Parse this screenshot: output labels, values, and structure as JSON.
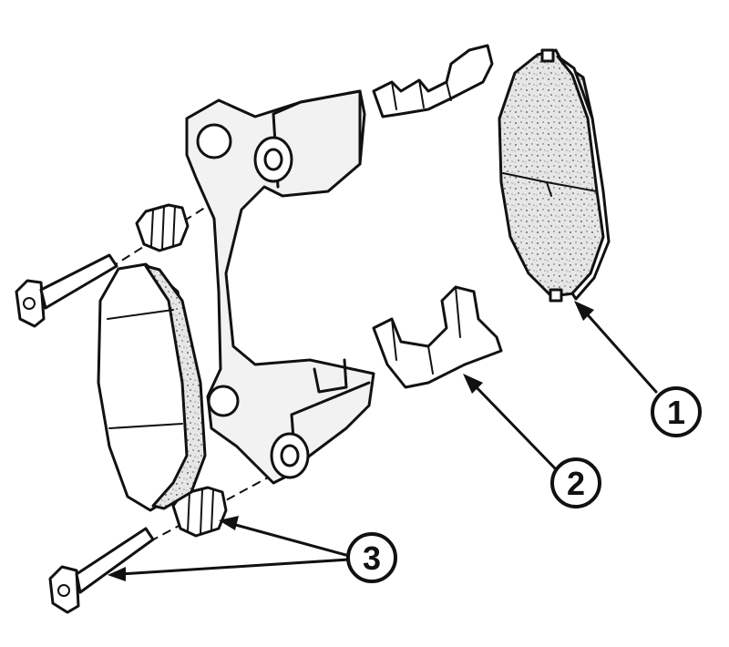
{
  "diagram": {
    "callouts": [
      {
        "id": "1",
        "label": "1"
      },
      {
        "id": "2",
        "label": "2"
      },
      {
        "id": "3",
        "label": "3"
      }
    ],
    "colors": {
      "line": "#111111",
      "background": "#ffffff",
      "pad_fill": "#dcdcdc"
    }
  }
}
